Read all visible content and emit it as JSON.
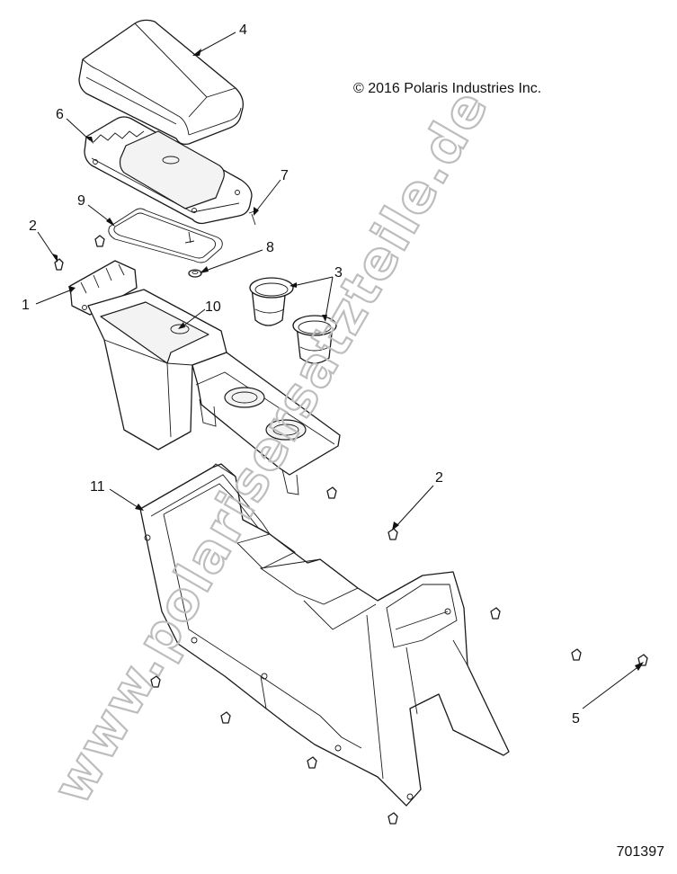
{
  "copyright": "© 2016 Polaris Industries Inc.",
  "document_number": "701397",
  "watermark": "www.polarisersatzteile.de",
  "callouts": [
    {
      "id": "callout-1",
      "label": "1"
    },
    {
      "id": "callout-2a",
      "label": "2"
    },
    {
      "id": "callout-2b",
      "label": "2"
    },
    {
      "id": "callout-3",
      "label": "3"
    },
    {
      "id": "callout-4",
      "label": "4"
    },
    {
      "id": "callout-5",
      "label": "5"
    },
    {
      "id": "callout-6",
      "label": "6"
    },
    {
      "id": "callout-7",
      "label": "7"
    },
    {
      "id": "callout-8",
      "label": "8"
    },
    {
      "id": "callout-9",
      "label": "9"
    },
    {
      "id": "callout-10",
      "label": "10"
    },
    {
      "id": "callout-11",
      "label": "11"
    }
  ]
}
